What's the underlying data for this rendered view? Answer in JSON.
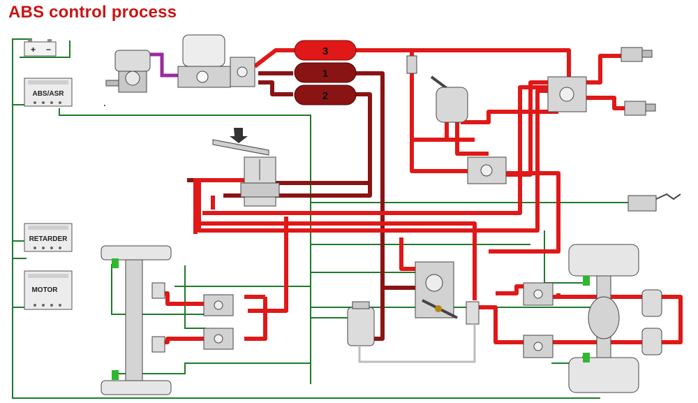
{
  "title": "ABS control process",
  "circuits": [
    {
      "label": "3",
      "color": "#e01818"
    },
    {
      "label": "1",
      "color": "#8a1414"
    },
    {
      "label": "2",
      "color": "#8a1414"
    }
  ],
  "ecus": {
    "abs": "ABS/ASR",
    "retarder": "RETARDER",
    "motor": "MOTOR"
  },
  "battery": {
    "plus": "+",
    "minus": "−"
  },
  "colors": {
    "supply": "#e01818",
    "control": "#8a1414",
    "wire": "#1d7a2a",
    "compressor_line": "#9b2aa0",
    "sensor": "#2fb82f"
  }
}
